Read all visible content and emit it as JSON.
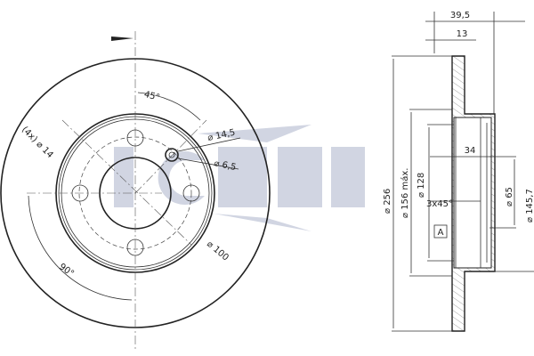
{
  "watermark": {
    "text": "ICER",
    "color": "#c9cedd"
  },
  "front_view": {
    "angle_top": "45°",
    "angle_bottom": "90°",
    "bolt_holes": "(4x) ⌀ 14",
    "hole_large": "⌀ 14,5",
    "hole_small": "⌀ 6,5",
    "bolt_circle": "⌀ 100"
  },
  "side_view": {
    "total_width": "39,5",
    "disc_thickness": "13",
    "outer_diameter": "⌀ 256",
    "friction_diameter": "⌀ 156 máx.",
    "hub_diameter": "⌀ 128",
    "chamfer": "3x45°",
    "reference": "A",
    "hub_depth": "34",
    "center_bore": "⌀ 65",
    "hat_diameter": "⌀ 145,7"
  }
}
